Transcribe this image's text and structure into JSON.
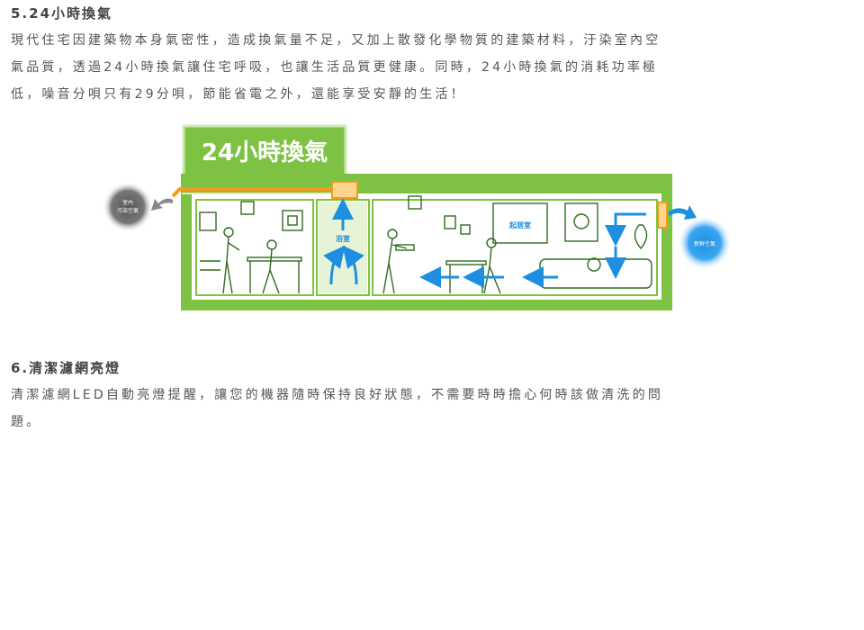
{
  "section1": {
    "heading": "5.24小時換氣",
    "line1": "現代住宅因建築物本身氣密性，造成換氣量不足，又加上散發化學物質的建築材料，汙染室內空",
    "line2": "氣品質，透過24小時換氣讓住宅呼吸，也讓生活品質更健康。同時，24小時換氣的消耗功率極",
    "line3": "低，噪音分唄只有29分唄，節能省電之外，還能享受安靜的生活！"
  },
  "diagram": {
    "title": "24小時換氣",
    "outdoor_left_line1": "室內",
    "outdoor_left_line2": "污染空氣",
    "bathroom_label": "浴室",
    "living_room_label": "起居室",
    "fresh_air_label": "新鮮空氣",
    "colors": {
      "green": "#7dc242",
      "light_green": "#e6f3d6",
      "orange": "#f39b1b",
      "blue": "#1e8fe0",
      "dark_circle": "#666666"
    }
  },
  "section2": {
    "heading": "6.清潔濾網亮燈",
    "line1": "清潔濾網LED自動亮燈提醒，讓您的機器隨時保持良好狀態，不需要時時擔心何時該做清洗的問",
    "line2": "題。"
  }
}
